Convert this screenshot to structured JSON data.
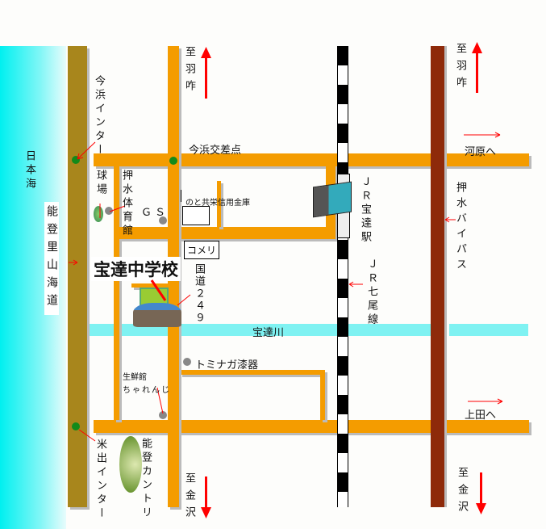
{
  "labels": {
    "sea": "日本海",
    "noto_road": "能登里山海道",
    "imahama_ic": "今浜インター",
    "imahama_intersection": "今浜交差点",
    "to_hakui_left": "至羽咋",
    "to_hakui_right": "至羽咋",
    "to_kawara": "河原へ",
    "ballpark": "球場",
    "gym": "押水体育館",
    "gs": "ＧＳ",
    "bank": "のと共栄信用金庫",
    "komeri": "コメリ",
    "school": "宝達中学校",
    "route249": "国道２４９",
    "river": "宝達川",
    "station": "ＪＲ宝達駅",
    "jr_line": "ＪＲ七尾線",
    "bypass": "押水バイパス",
    "tominaga": "トミナガ漆器",
    "seisenkan_1": "生鮮館",
    "seisenkan_2": "ちゃれんじ",
    "to_ueda": "上田へ",
    "mede_ic": "米出インター",
    "noto_country": "能登カントリ",
    "to_kanazawa_left": "至金沢",
    "to_kanazawa_right": "至金沢"
  },
  "colors": {
    "road": "#f49c00",
    "highway": "#a8861c",
    "bypass": "#8e2a0a",
    "river": "#7ff2f2",
    "arrow": "#ff0000"
  }
}
